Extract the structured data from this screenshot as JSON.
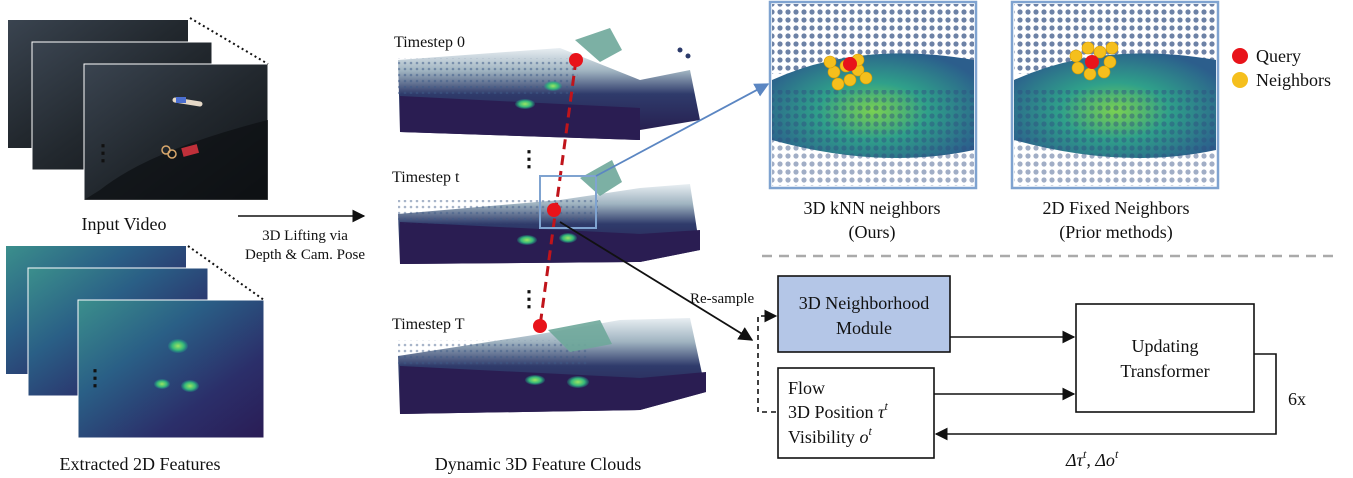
{
  "input_video": {
    "caption": "Input Video"
  },
  "extracted": {
    "caption": "Extracted 2D Features"
  },
  "lifting": {
    "line1": "3D Lifting via",
    "line2": "Depth & Cam. Pose"
  },
  "clouds": {
    "caption": "Dynamic 3D Feature Clouds",
    "timesteps": [
      "Timestep 0",
      "Timestep t",
      "Timestep T"
    ]
  },
  "neighbors": {
    "knn_title": "3D kNN neighbors",
    "knn_sub": "(Ours)",
    "fixed_title": "2D Fixed Neighbors",
    "fixed_sub": "(Prior methods)"
  },
  "legend": {
    "query": "Query",
    "neighbors": "Neighbors",
    "query_color": "#e8131a",
    "neighbor_color": "#f5bf1d"
  },
  "module": {
    "resample": "Re-sample",
    "neighborhood_line1": "3D Neighborhood",
    "neighborhood_line2": "Module",
    "transformer_line1": "Updating",
    "transformer_line2": "Transformer",
    "state_flow": "Flow",
    "state_position": "3D Position",
    "state_position_sym": "τ",
    "state_visibility": "Visibility",
    "state_visibility_sym": "o",
    "superscript": "t",
    "iterations": "6x",
    "delta": "Δτ",
    "delta2": ", Δo"
  },
  "colors": {
    "module_fill": "#b4c6e7",
    "viridis_dark": "#2b1b4f",
    "viridis_mid": "#2a788e",
    "viridis_bright": "#7ad151",
    "zoom_border": "#7fa3d0",
    "dashed_track": "#c0141b"
  }
}
